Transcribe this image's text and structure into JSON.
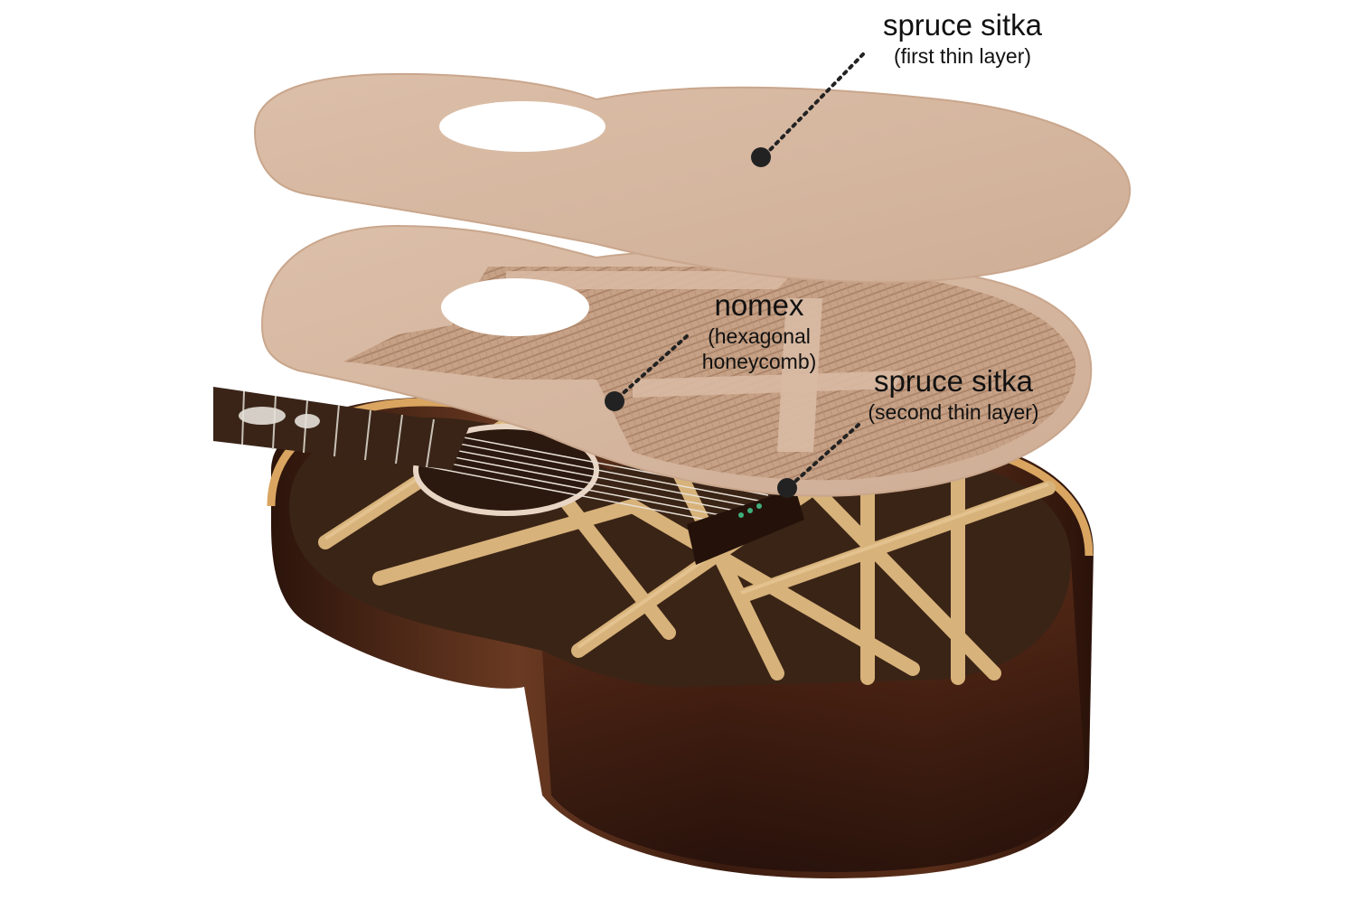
{
  "labels": {
    "first_layer": {
      "title": "spruce sitka",
      "subtitle": "(first thin layer)"
    },
    "nomex": {
      "title": "nomex",
      "subtitle_line1": "(hexagonal",
      "subtitle_line2": "honeycomb)"
    },
    "second_layer": {
      "title": "spruce sitka",
      "subtitle": "(second thin layer)"
    }
  },
  "colors": {
    "background": "#ffffff",
    "spruce": "#d8b9a2",
    "spruce_edge": "#c9a68c",
    "honeycomb": "#b9937a",
    "guitar_body": "#4a2416",
    "guitar_body_dark": "#2a130b",
    "binding": "#d9a560",
    "bracing": "#d7b27a",
    "leader_line": "#222222"
  }
}
